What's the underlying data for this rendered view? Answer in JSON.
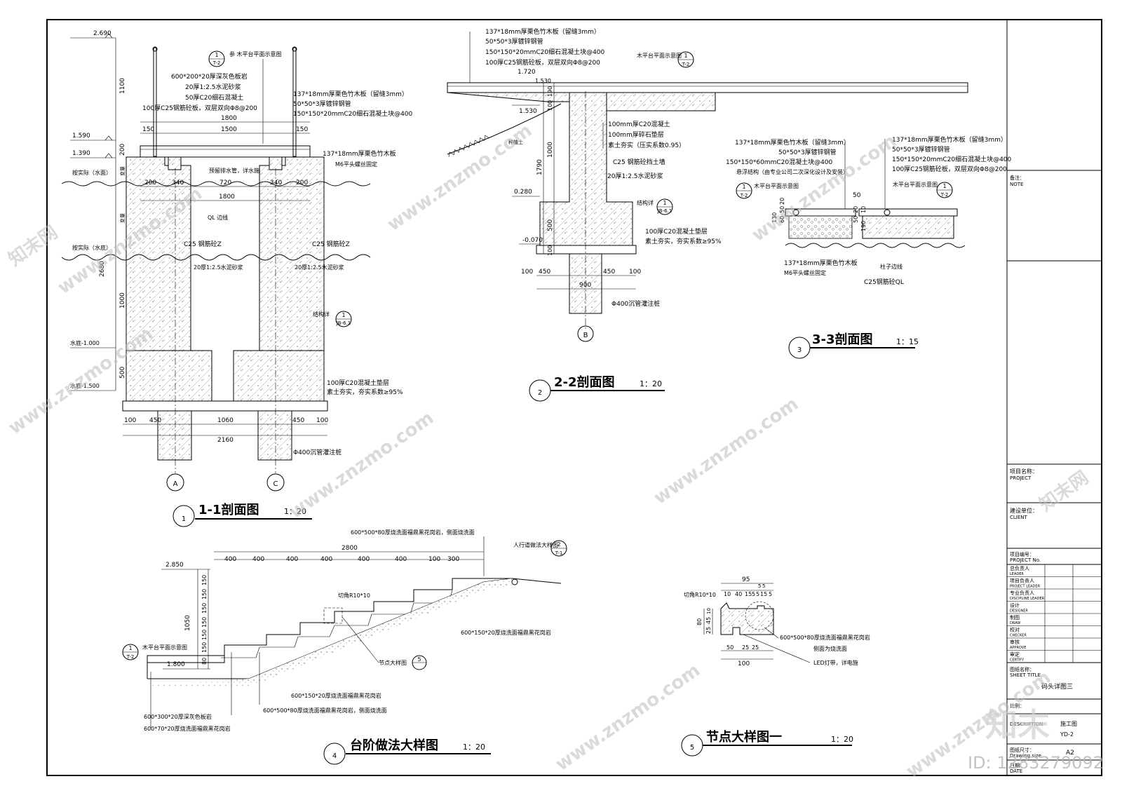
{
  "sections": {
    "s11": {
      "title_no": "1",
      "title": "1-1剖面图",
      "scale": "1：20",
      "elevations": [
        "2.690",
        "1.590",
        "1.390",
        "水底-1.000",
        "水底-1.500"
      ],
      "water_labels": [
        "按实际（水面）",
        "按实际（水底）"
      ],
      "top_ref_no": "1",
      "top_ref_sheet": "T-2",
      "top_ref_text": "参 木平台平面示意图",
      "notes_left": [
        "600*200*20厚深灰色板岩",
        "20厚1:2.5水泥砂浆",
        "50厚C20细石混凝土",
        "100厚C25钢筋砼板，双层双向Φ8@200"
      ],
      "notes_right": [
        "137*18mm厚栗色竹木板（留缝3mm）",
        "50*50*3厚镀锌钢管",
        "150*150*20mmC20细石混凝土块@400"
      ],
      "deck_note_1": "137*18mm厚栗色竹木板",
      "deck_note_2": "M6平头螺丝固定",
      "drain_note": "预留排水管，详水施",
      "ql_note": "QL 边线",
      "rc_left": "C25 钢筋砼Z",
      "rc_right": "C25 钢筋砼Z",
      "mortar_left": "20厚1:2.5水泥砂浆",
      "mortar_right": "20厚1:2.5水泥砂浆",
      "struct_ref_text": "结构详",
      "struct_ref_no": "1",
      "struct_ref_sheet": "JB-6.1",
      "base_notes": [
        "100厚C20混凝土垫层",
        "素土夯实，夯实系数≥95%"
      ],
      "pile_note": "Φ400沉管灌注桩",
      "vdims": [
        "1100",
        "200",
        "2680",
        "1000",
        "500"
      ],
      "vside": [
        "变量",
        "变量"
      ],
      "hdims_top": [
        "1800",
        "150",
        "1500",
        "150"
      ],
      "hdims_mid": [
        "200",
        "340",
        "720",
        "340",
        "200"
      ],
      "hdim_mid_total": "1800",
      "hdims_bot": [
        "100",
        "450",
        "1060",
        "450",
        "100"
      ],
      "hdim_bot_total": "2160",
      "axes": [
        "A",
        "C"
      ]
    },
    "s22": {
      "title_no": "2",
      "title": "2-2剖面图",
      "scale": "1：20",
      "notes_top": [
        "137*18mm厚栗色竹木板（留缝3mm）",
        "50*50*3厚镀锌钢管",
        "150*150*20mmC20细石混凝土块@400",
        "100厚C25钢筋砼板，双层双向Φ8@200"
      ],
      "ref_text": "木平台平面示意图",
      "ref_no": "1",
      "ref_sheet": "T-2",
      "elevations": [
        "1.720",
        "1.530",
        "0.280",
        "-0.070"
      ],
      "small_top": "1.530",
      "soil_label": "种植土",
      "notes_wall": [
        "100mm厚C20混凝土",
        "100mm厚碎石垫层",
        "素土夯实（压实系数0.95）"
      ],
      "wall_note": "C25 钢筋砼挡土墙",
      "mortar": "20厚1:2.5水泥砂浆",
      "struct_ref_text": "结构详",
      "struct_ref_no": "1",
      "struct_ref_sheet": "JB-6.1",
      "base_notes": [
        "100厚C20混凝土垫层",
        "素土夯实，夯实系数≥95%"
      ],
      "pile_note": "Φ400沉管灌注桩",
      "vdims": [
        "190",
        "100",
        "1790",
        "1000",
        "500",
        "100"
      ],
      "hdims": [
        "100",
        "450",
        "450",
        "100"
      ],
      "hdim_total": "900",
      "axis": "B"
    },
    "s33": {
      "title_no": "3",
      "title": "3-3剖面图",
      "scale": "1：15",
      "notes_left": [
        "137*18mm厚栗色竹木板（留缝3mm）",
        "50*50*3厚镀锌钢管",
        "150*150*60mmC20混凝土块@400",
        "悬浮结构（由专业公司二次深化设计及安装）"
      ],
      "notes_right": [
        "137*18mm厚栗色竹木板（留缝3mm）",
        "50*50*3厚镀锌钢管",
        "150*150*20mmC20细石混凝土块@400",
        "100厚C25钢筋砼板，双层双向Φ8@200"
      ],
      "ref_left_text": "木平台平面示意图",
      "ref_right_text": "木平台平面示意图",
      "ref_no": "1",
      "ref_sheet": "T-2",
      "dim_gap": "50",
      "vdims_left": [
        "130",
        "60",
        "50",
        "20"
      ],
      "vdims_right": [
        "20",
        "50",
        "10",
        "190"
      ],
      "bottom_notes": [
        "137*18mm厚栗色竹木板",
        "M6平头螺丝固定"
      ],
      "pile_note": "柱子边线",
      "ql_note": "C25钢筋砼QL"
    },
    "s4": {
      "title_no": "4",
      "title": "台阶做法大样图",
      "scale": "1：20",
      "top_note": "600*500*80厚烧洗面福鼎黑花岗岩，侧面烧洗面",
      "ref_text": "人行道做法大样图",
      "ref_no": "2",
      "ref_sheet": "T-1",
      "hdims": [
        "400",
        "400",
        "400",
        "400",
        "400",
        "400",
        "100",
        "300"
      ],
      "hdim_total": "2800",
      "elev_top": "2.850",
      "elev_bot": "1.800",
      "vdims": [
        "150",
        "150",
        "150",
        "150",
        "150",
        "150",
        "80"
      ],
      "vdim_total": "1050",
      "chamfer": "切角R10*10",
      "riser_note": "600*150*20厚烧洗面福鼎黑花岗岩",
      "node_ref": "节点大样图",
      "node_no": "5",
      "left_ref_text": "木平台平面示意图",
      "left_ref_no": "1",
      "left_ref_sheet": "T-2",
      "bottom_notes": [
        "600*150*20厚烧洗面福鼎黑花岗岩",
        "600*500*80厚烧洗面福鼎黑花岗岩，侧面烧洗面",
        "600*300*20厚深灰色板岩",
        "600*70*20厚烧洗面福鼎黑花岗岩"
      ]
    },
    "s5": {
      "title_no": "5",
      "title": "节点大样图一",
      "scale": "1：20",
      "hdims_top": [
        "95"
      ],
      "hdims_top2": [
        "10",
        "40",
        "15",
        "5",
        "5",
        "15",
        "5"
      ],
      "small": [
        "5",
        "5"
      ],
      "chamfer": "切角R10*10",
      "vdims": [
        "80",
        "10",
        "45",
        "25"
      ],
      "hdims_bot": [
        "50",
        "25",
        "25"
      ],
      "hdim_bot_total": "100",
      "notes": [
        "600*500*80厚烧洗面福鼎黑花岗岩",
        "侧面为烧洗面",
        "LED灯带，详电施"
      ]
    }
  },
  "title_block": {
    "note_label": "备注：",
    "note_label_en": "NOTE",
    "project_label": "项目名称：",
    "project_label_en": "PROJECT",
    "client_label": "建设单位：",
    "client_label_en": "CLIENT",
    "project_no_label": "项目编号：",
    "project_no_en": "PROJECT No.",
    "rows": [
      {
        "cn": "总负责人",
        "en": "LEADER"
      },
      {
        "cn": "项目负责人",
        "en": "PROJECT LEADER"
      },
      {
        "cn": "专业负责人",
        "en": "DISCIPLINE LEADER"
      },
      {
        "cn": "设计",
        "en": "DESIGNER"
      },
      {
        "cn": "制图",
        "en": "DRAW"
      },
      {
        "cn": "校对",
        "en": "CHECKER"
      },
      {
        "cn": "审核",
        "en": "APPROVE"
      },
      {
        "cn": "审定",
        "en": "CERTIFY"
      }
    ],
    "sheet_title_label": "图纸名称：",
    "sheet_title_en": "SHEET TITLE",
    "sheet_title": "码头详图三",
    "scale_label": "比例：",
    "stage": "施工图",
    "desc_en": "DESCRIPTION",
    "sheet_no": "YD-2",
    "size_label": "图纸尺寸：",
    "size_en": "Drawing size",
    "size": "A2",
    "date_label": "日期：",
    "date_en": "DATE"
  },
  "watermark": {
    "site": "www.znzmo.com",
    "brand": "知末网",
    "logo": "知末",
    "id": "ID: 1283279092"
  }
}
